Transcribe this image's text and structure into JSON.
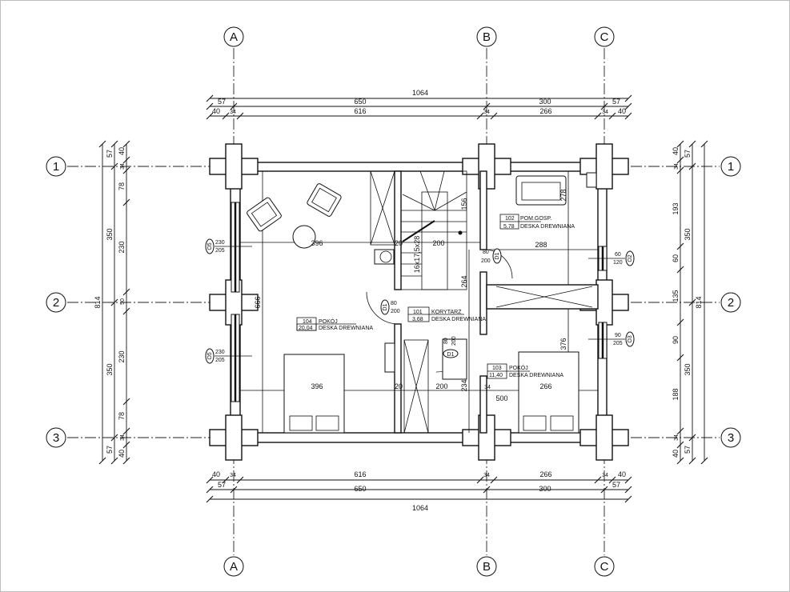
{
  "axes": {
    "columns": [
      "A",
      "B",
      "C"
    ],
    "rows": [
      "1",
      "2",
      "3"
    ]
  },
  "dims": {
    "top_total": "1064",
    "top_row1": [
      "57",
      "650",
      "300",
      "57"
    ],
    "top_row2": [
      "40",
      "34",
      "616",
      "34",
      "266",
      "34",
      "40"
    ],
    "bottom_total": "1064",
    "bottom_row1": [
      "57",
      "650",
      "300",
      "57"
    ],
    "bottom_row2": [
      "40",
      "34",
      "616",
      "34",
      "266",
      "34",
      "40"
    ],
    "left_total": "814",
    "left_row1": [
      "57",
      "350",
      "350",
      "57"
    ],
    "left_row2": [
      "40",
      "34",
      "78",
      "230",
      "50",
      "230",
      "78",
      "34",
      "40"
    ],
    "right_total": "814",
    "right_row1": [
      "57",
      "350",
      "350",
      "57"
    ],
    "right_row2": [
      "40",
      "34",
      "193",
      "60",
      "135",
      "90",
      "188",
      "34",
      "40"
    ],
    "interior": {
      "w104_top": "396",
      "w104_bottom": "396",
      "stair_w": "200",
      "corr_w": "200",
      "w102": "288",
      "w103": "266",
      "wall1": "20",
      "wall2": "20",
      "h_corr": "264",
      "h_corr2": "234",
      "h102": "278",
      "h103": "376",
      "h104": "666",
      "stair_h": "156",
      "stair_spec": "16x17,5x28",
      "span": "500",
      "wall3": "34"
    }
  },
  "rooms": [
    {
      "number": "104",
      "name": "POKÓJ",
      "area": "20,04",
      "floor": "DESKA DREWNIANA"
    },
    {
      "number": "101",
      "name": "KORYTARZ",
      "area": "3,68",
      "floor": "DESKA DREWNIANA"
    },
    {
      "number": "102",
      "name": "POM.GOSP.",
      "area": "5,78",
      "floor": "DESKA DREWNIANA"
    },
    {
      "number": "103",
      "name": "POKÓJ",
      "area": "11,40",
      "floor": "DESKA DREWNIANA"
    }
  ],
  "openings": {
    "o5a": {
      "tag": "O5",
      "w": "230",
      "h": "205"
    },
    "o5b": {
      "tag": "O5",
      "w": "230",
      "h": "205"
    },
    "o2": {
      "tag": "O2",
      "w": "60",
      "h": "120"
    },
    "o3": {
      "tag": "O3",
      "w": "90",
      "h": "205"
    },
    "d1a": {
      "tag": "D1",
      "w": "80",
      "h": "200"
    },
    "d1b": {
      "tag": "D1",
      "w": "80",
      "h": "200"
    },
    "d1c": {
      "tag": "D1",
      "w": "80",
      "h": "200"
    }
  }
}
